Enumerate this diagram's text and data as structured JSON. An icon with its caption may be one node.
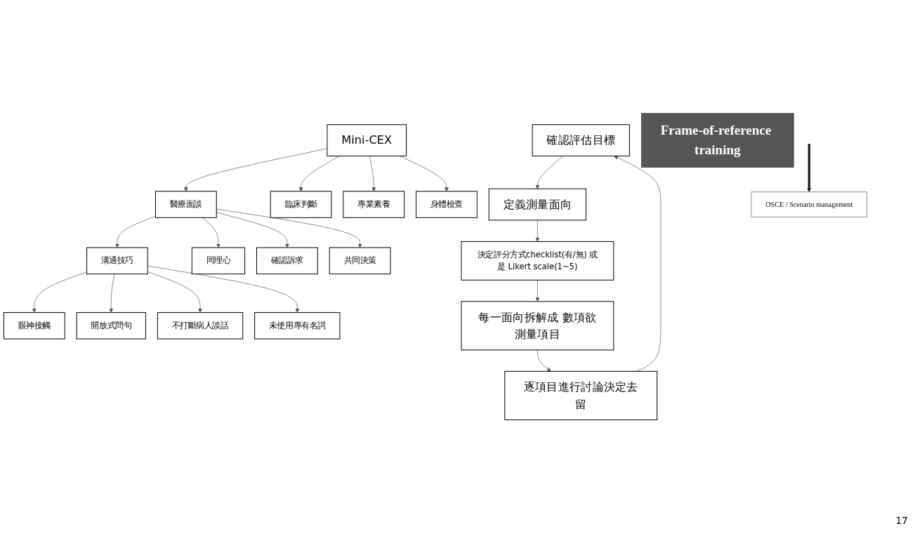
{
  "diagram": {
    "nodes": [
      {
        "text": [
          "確認評估目標"
        ]
      },
      {
        "text": [
          "定義測量面向"
        ]
      },
      {
        "text": [
          "決定評分方式checklist(有/無) 或是 Likert scale(1~5)"
        ]
      },
      {
        "text": [
          "每一面向拆解成 數項欲測量項目"
        ]
      },
      {
        "text": [
          "逐項目進行討論決定去留"
        ]
      },
      {
        "text": [
          "Mini-CEX"
        ]
      },
      {
        "text": [
          "醫療面談"
        ]
      },
      {
        "text": [
          "臨床判斷"
        ]
      },
      {
        "text": [
          "專業素養"
        ]
      },
      {
        "text": [
          "身體檢查"
        ]
      },
      {
        "text": [
          "Frame-of-reference training"
        ]
      },
      {
        "text": [
          "溝通技巧"
        ]
      },
      {
        "text": [
          "同理心"
        ]
      },
      {
        "text": [
          "確認訴求"
        ]
      },
      {
        "text": [
          "共同決策"
        ]
      },
      {
        "text": [
          "OSCE / Scenario management"
        ]
      },
      {
        "text": [
          "眼神接觸"
        ]
      },
      {
        "text": [
          "開放式問句"
        ]
      },
      {
        "text": [
          "不打斷病人談話"
        ]
      },
      {
        "text": [
          "未使用專有名詞"
        ]
      }
    ],
    "edges": [
      {
        "from": 0,
        "to": 1,
        "arrow": "to"
      },
      {
        "from": 1,
        "to": 2,
        "arrow": "to"
      },
      {
        "from": 2,
        "to": 3,
        "arrow": "to"
      },
      {
        "from": 3,
        "to": 4,
        "arrow": "to"
      },
      {
        "from": 4,
        "to": 0,
        "arrow": "to"
      },
      {
        "from": 5,
        "to": 6,
        "arrow": "to"
      },
      {
        "from": 5,
        "to": 7,
        "arrow": "to"
      },
      {
        "from": 5,
        "to": 8,
        "arrow": "to"
      },
      {
        "from": 5,
        "to": 9,
        "arrow": "to"
      },
      {
        "from": 6,
        "to": 11,
        "arrow": "to"
      },
      {
        "from": 6,
        "to": 12,
        "arrow": "to"
      },
      {
        "from": 6,
        "to": 13,
        "arrow": "to"
      },
      {
        "from": 6,
        "to": 14,
        "arrow": "to"
      },
      {
        "from": 11,
        "to": 16,
        "arrow": "to"
      },
      {
        "from": 11,
        "to": 17,
        "arrow": "to"
      },
      {
        "from": 11,
        "to": 18,
        "arrow": "to"
      },
      {
        "from": 11,
        "to": 19,
        "arrow": "to"
      },
      {
        "from": null,
        "to": 15,
        "arrow": "to",
        "style": "thick",
        "color": "#222222"
      }
    ],
    "labels": [
      "17"
    ]
  }
}
